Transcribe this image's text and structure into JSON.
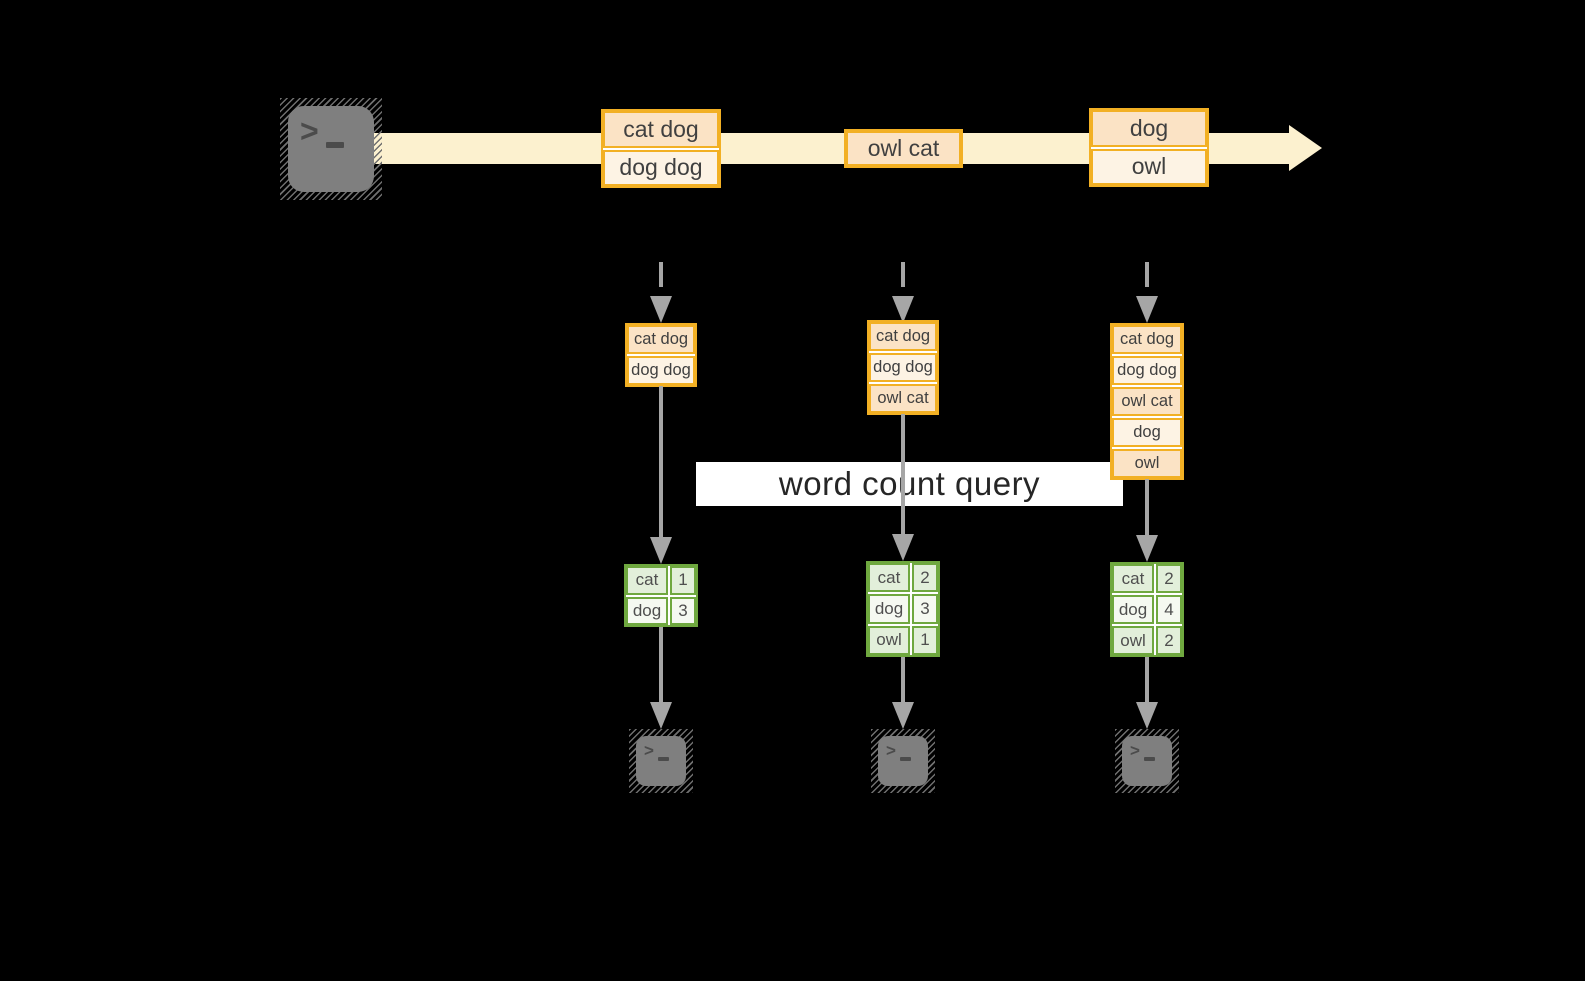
{
  "banner": {
    "label": "word count query"
  },
  "icons": {
    "prompt_glyph": ">",
    "source_terminal": "terminal-icon",
    "output_terminal": "terminal-icon",
    "stream_arrow": "right-arrow",
    "connector_arrow": "down-arrow"
  },
  "stream": {
    "events": [
      {
        "lines": [
          "cat dog",
          "dog dog"
        ]
      },
      {
        "lines": [
          "owl cat"
        ]
      },
      {
        "lines": [
          "dog",
          "owl"
        ]
      }
    ]
  },
  "columns": [
    {
      "buffer": [
        "cat dog",
        "dog dog"
      ],
      "results": [
        {
          "word": "cat",
          "count": "1"
        },
        {
          "word": "dog",
          "count": "3"
        }
      ]
    },
    {
      "buffer": [
        "cat dog",
        "dog dog",
        "owl cat"
      ],
      "results": [
        {
          "word": "cat",
          "count": "2"
        },
        {
          "word": "dog",
          "count": "3"
        },
        {
          "word": "owl",
          "count": "1"
        }
      ]
    },
    {
      "buffer": [
        "cat dog",
        "dog dog",
        "owl cat",
        "dog",
        "owl"
      ],
      "results": [
        {
          "word": "cat",
          "count": "2"
        },
        {
          "word": "dog",
          "count": "4"
        },
        {
          "word": "owl",
          "count": "2"
        }
      ]
    }
  ],
  "colors": {
    "background": "#000000",
    "gold_border": "#F2B024",
    "peach_fill": "#FBE3C5",
    "cream_fill": "#FDF3E4",
    "stream_band": "#FCF1CF",
    "green_border": "#6FA83F",
    "green_light_fill": "#E2EFDA",
    "green_pale_fill": "#F5F9F1",
    "connector_gray": "#A6A6A6",
    "terminal_gray": "#7F7F7F",
    "text_dark": "#404040"
  }
}
